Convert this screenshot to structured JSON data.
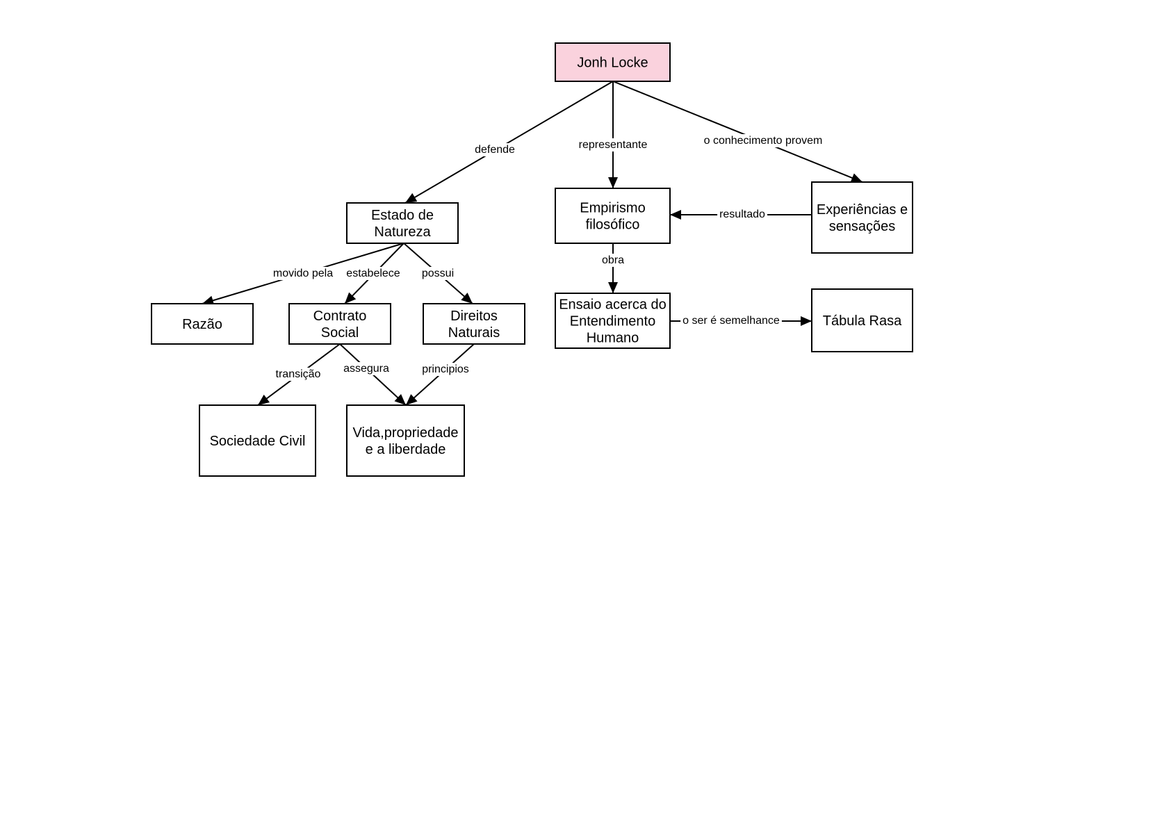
{
  "diagram": {
    "colors": {
      "root_fill": "#fad2dd",
      "node_fill": "#ffffff",
      "stroke": "#000000"
    },
    "nodes": [
      {
        "id": "jonh-locke",
        "lines": [
          "Jonh Locke"
        ],
        "root": true
      },
      {
        "id": "estado-de-natureza",
        "lines": [
          "Estado de",
          "Natureza"
        ]
      },
      {
        "id": "empirismo-filosofico",
        "lines": [
          "Empirismo",
          "filosófico"
        ]
      },
      {
        "id": "experiencias-e-sensacoes",
        "lines": [
          "Experiências e",
          "sensações"
        ]
      },
      {
        "id": "razao",
        "lines": [
          "Razão"
        ]
      },
      {
        "id": "contrato-social",
        "lines": [
          "Contrato",
          "Social"
        ]
      },
      {
        "id": "direitos-naturais",
        "lines": [
          "Direitos",
          "Naturais"
        ]
      },
      {
        "id": "ensaio-entendimento-humano",
        "lines": [
          "Ensaio acerca do",
          "Entendimento",
          "Humano"
        ]
      },
      {
        "id": "tabula-rasa",
        "lines": [
          "Tábula Rasa"
        ]
      },
      {
        "id": "sociedade-civil",
        "lines": [
          "Sociedade Civil"
        ]
      },
      {
        "id": "vida-propriedade-liberdade",
        "lines": [
          "Vida,propriedade",
          "e a liberdade"
        ]
      }
    ],
    "edges": [
      {
        "id": "defende",
        "label": "defende",
        "from": "jonh-locke",
        "to": "estado-de-natureza"
      },
      {
        "id": "representante",
        "label": "representante",
        "from": "jonh-locke",
        "to": "empirismo-filosofico"
      },
      {
        "id": "o-conhecimento-provem",
        "label": "o conhecimento provem",
        "from": "jonh-locke",
        "to": "experiencias-e-sensacoes"
      },
      {
        "id": "resultado",
        "label": "resultado",
        "from": "experiencias-e-sensacoes",
        "to": "empirismo-filosofico"
      },
      {
        "id": "obra",
        "label": "obra",
        "from": "empirismo-filosofico",
        "to": "ensaio-entendimento-humano"
      },
      {
        "id": "o-ser-e-semelhance",
        "label": "o ser é semelhance",
        "from": "ensaio-entendimento-humano",
        "to": "tabula-rasa"
      },
      {
        "id": "movido-pela",
        "label": "movido pela",
        "from": "estado-de-natureza",
        "to": "razao"
      },
      {
        "id": "estabelece",
        "label": "estabelece",
        "from": "estado-de-natureza",
        "to": "contrato-social"
      },
      {
        "id": "possui",
        "label": "possui",
        "from": "estado-de-natureza",
        "to": "direitos-naturais"
      },
      {
        "id": "transicao",
        "label": "transição",
        "from": "contrato-social",
        "to": "sociedade-civil"
      },
      {
        "id": "assegura",
        "label": "assegura",
        "from": "contrato-social",
        "to": "vida-propriedade-liberdade"
      },
      {
        "id": "principios",
        "label": "principios",
        "from": "direitos-naturais",
        "to": "vida-propriedade-liberdade"
      }
    ]
  }
}
